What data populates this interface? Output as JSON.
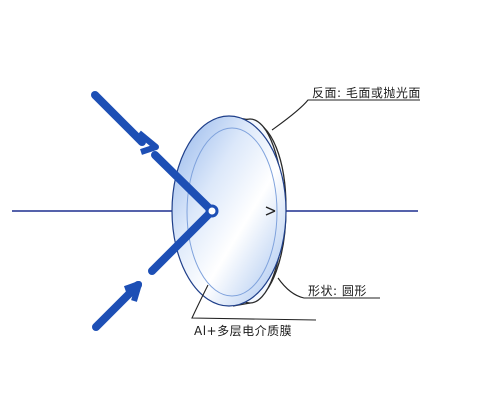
{
  "labels": {
    "back_surface": "反面: 毛面或抛光面",
    "shape": "形状: 圆形",
    "coating": "Al+多层电介质膜"
  },
  "colors": {
    "beam": "#1d4fb5",
    "axis": "#1d2f8f",
    "mirror_face": "#bcd3f2",
    "mirror_edge": "#2a2a2a",
    "annotation_line": "#222222"
  }
}
